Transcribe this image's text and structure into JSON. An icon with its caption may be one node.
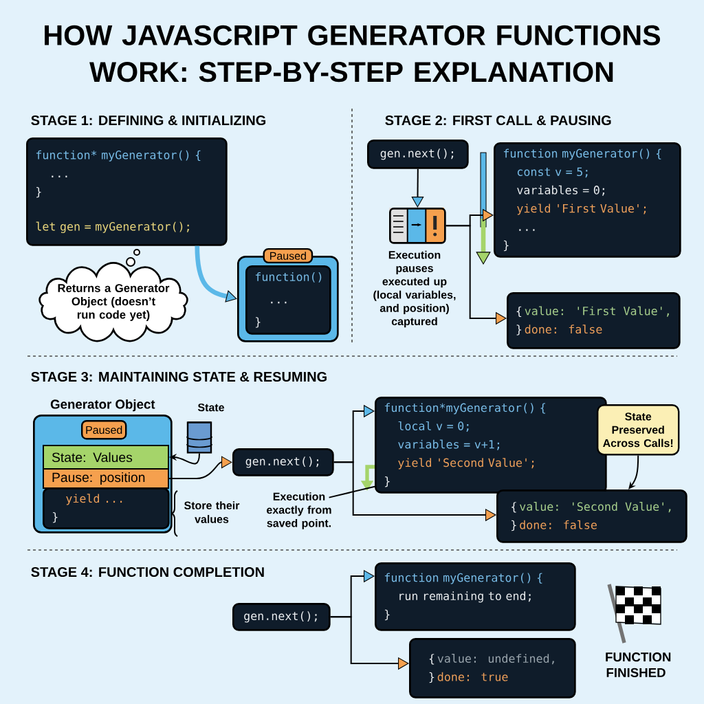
{
  "diagram": {
    "title": "HOW JAVASCRIPT GENERATOR FUNCTIONS WORK: STEP-BY-STEP EXPLANATION",
    "nodes": [
      {
        "text": [
          "function* myGenerator() {",
          "...",
          "}",
          "let gen = myGenerator();"
        ]
      },
      {
        "text": [
          "Returns a Generator Object (doesn’t run code yet)"
        ]
      },
      {
        "text": [
          "Paused"
        ]
      },
      {
        "text": [
          "function()",
          "...",
          "}"
        ],
        "in": 2
      },
      {
        "text": [
          "gen.next();"
        ]
      },
      {
        "text": [],
        "shape": "box",
        "beside": [
          "Execution pauses executed up (local variables, and position) captured"
        ]
      },
      {
        "text": [
          "function myGenerator() {",
          "const v = 5;",
          "variables = 0;",
          "yield 'First Value';",
          "...",
          "}"
        ]
      },
      {
        "text": [
          "{",
          "value: 'First Value',",
          "done: false",
          "}"
        ]
      },
      {
        "text": [
          "Generator Object"
        ]
      },
      {
        "text": [
          "Paused"
        ],
        "in": 8
      },
      {
        "text": [
          "State:  Values"
        ],
        "in": 8
      },
      {
        "text": [
          "Pause: position"
        ],
        "in": 8
      },
      {
        "text": [
          "yield ...",
          "}"
        ],
        "in": 8
      },
      {
        "text": [],
        "shape": "cylinder",
        "beside": [
          "State"
        ]
      },
      {
        "text": [
          "gen.next();"
        ]
      },
      {
        "text": [
          "function*myGenerator() {",
          "local v = 0;",
          "variables = v+1;",
          "yield 'Second Value';",
          "}"
        ]
      },
      {
        "text": [
          "{",
          "value: 'Second Value',",
          "done: false",
          "}"
        ]
      },
      {
        "text": [
          "State Preserved Across Calls!"
        ]
      },
      {
        "text": [
          "Execution exactly from saved point."
        ]
      },
      {
        "text": [
          "gen.next();"
        ]
      },
      {
        "text": [
          "function myGenerator() {",
          "run remaining to end;",
          "}"
        ]
      },
      {
        "text": [
          "{",
          "value: undefined,",
          "done: true",
          "}"
        ]
      }
    ],
    "edges": [
      {
        "from": 0,
        "to": 2,
        "arrow": "to",
        "style": "thick",
        "color": "#5bb8e8"
      },
      {
        "from": 4,
        "to": 5,
        "arrow": "to"
      },
      {
        "from": 5,
        "to": 6,
        "arrow": "to"
      },
      {
        "from": 5,
        "to": 7,
        "arrow": "to"
      },
      {
        "from": 13,
        "to": 10,
        "arrow": "to"
      },
      {
        "from": 11,
        "to": 14,
        "arrow": "to"
      },
      {
        "from": 14,
        "to": 15,
        "arrow": "to"
      },
      {
        "from": 14,
        "to": 16,
        "arrow": "to"
      },
      {
        "from": 17,
        "to": 16,
        "arrow": "to"
      },
      {
        "from": 18,
        "to": 15,
        "arrow": "none"
      },
      {
        "from": 19,
        "to": 20,
        "arrow": "to"
      },
      {
        "from": 19,
        "to": 21,
        "arrow": "to"
      }
    ],
    "labels": [
      "STAGE 1: DEFINING & INITIALIZING",
      "STAGE 2: FIRST CALL & PAUSING",
      "STAGE 3: MAINTAINING STATE & RESUMING",
      "STAGE 4: FUNCTION COMPLETION",
      "Store their values",
      "FUNCTION FINISHED"
    ]
  }
}
